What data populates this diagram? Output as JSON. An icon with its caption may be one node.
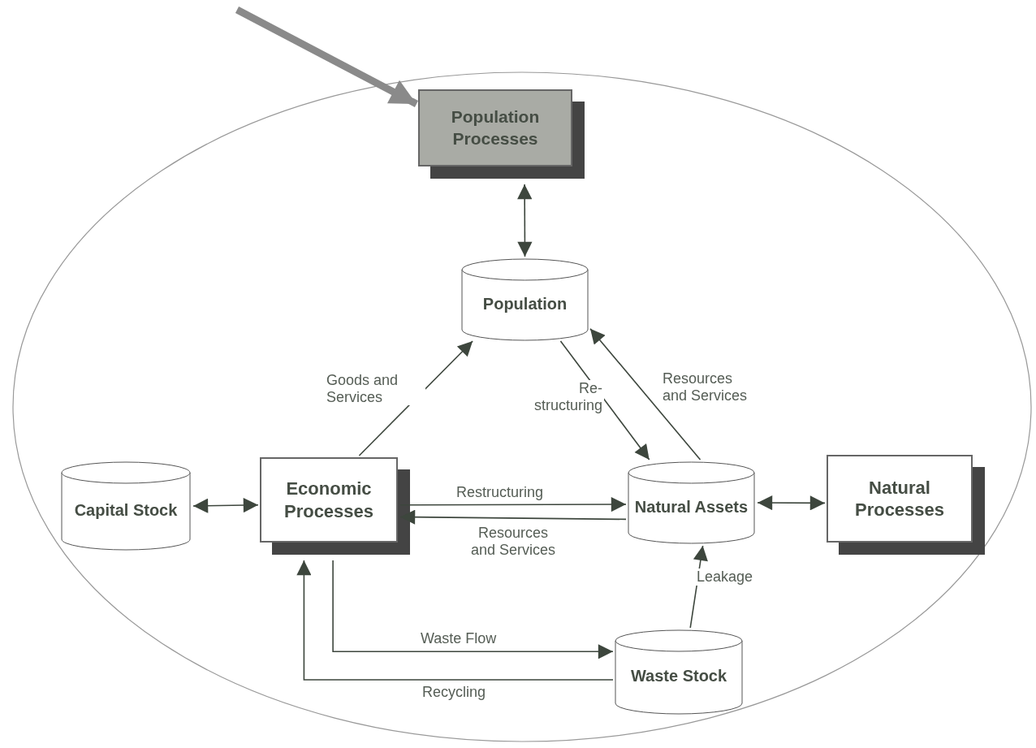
{
  "diagram": {
    "nodes": [
      {
        "text": [],
        "shape": "ellipse"
      },
      {
        "text": [
          "Population Processes"
        ],
        "in": 0
      },
      {
        "text": [
          "Population"
        ],
        "in": 0
      },
      {
        "text": [
          "Capital Stock"
        ],
        "in": 0
      },
      {
        "text": [
          "Economic Processes"
        ],
        "in": 0
      },
      {
        "text": [
          "Natural Assets"
        ],
        "in": 0
      },
      {
        "text": [
          "Natural Processes"
        ],
        "in": 0
      },
      {
        "text": [
          "Waste Stock"
        ],
        "in": 0
      }
    ],
    "edges": [
      {
        "from": null,
        "to": 1,
        "arrow": "to",
        "style": "thick",
        "color": "#8a8a8a"
      },
      {
        "from": 1,
        "to": 2,
        "arrow": "both"
      },
      {
        "from": 4,
        "to": 2,
        "arrow": "to",
        "label": "Goods and Services"
      },
      {
        "from": 2,
        "to": 5,
        "arrow": "to",
        "label": "Re- structuring"
      },
      {
        "from": 5,
        "to": 2,
        "arrow": "to",
        "label": "Resources and Services"
      },
      {
        "from": 3,
        "to": 4,
        "arrow": "both"
      },
      {
        "from": 4,
        "to": 5,
        "arrow": "to",
        "label": "Restructuring"
      },
      {
        "from": 5,
        "to": 4,
        "arrow": "to",
        "label": "Resources and Services"
      },
      {
        "from": 5,
        "to": 6,
        "arrow": "both"
      },
      {
        "from": 7,
        "to": 5,
        "arrow": "to",
        "label": "Leakage"
      },
      {
        "from": 4,
        "to": 7,
        "arrow": "to",
        "label": "Waste Flow"
      },
      {
        "from": 7,
        "to": 4,
        "arrow": "to",
        "label": "Recycling"
      }
    ]
  }
}
